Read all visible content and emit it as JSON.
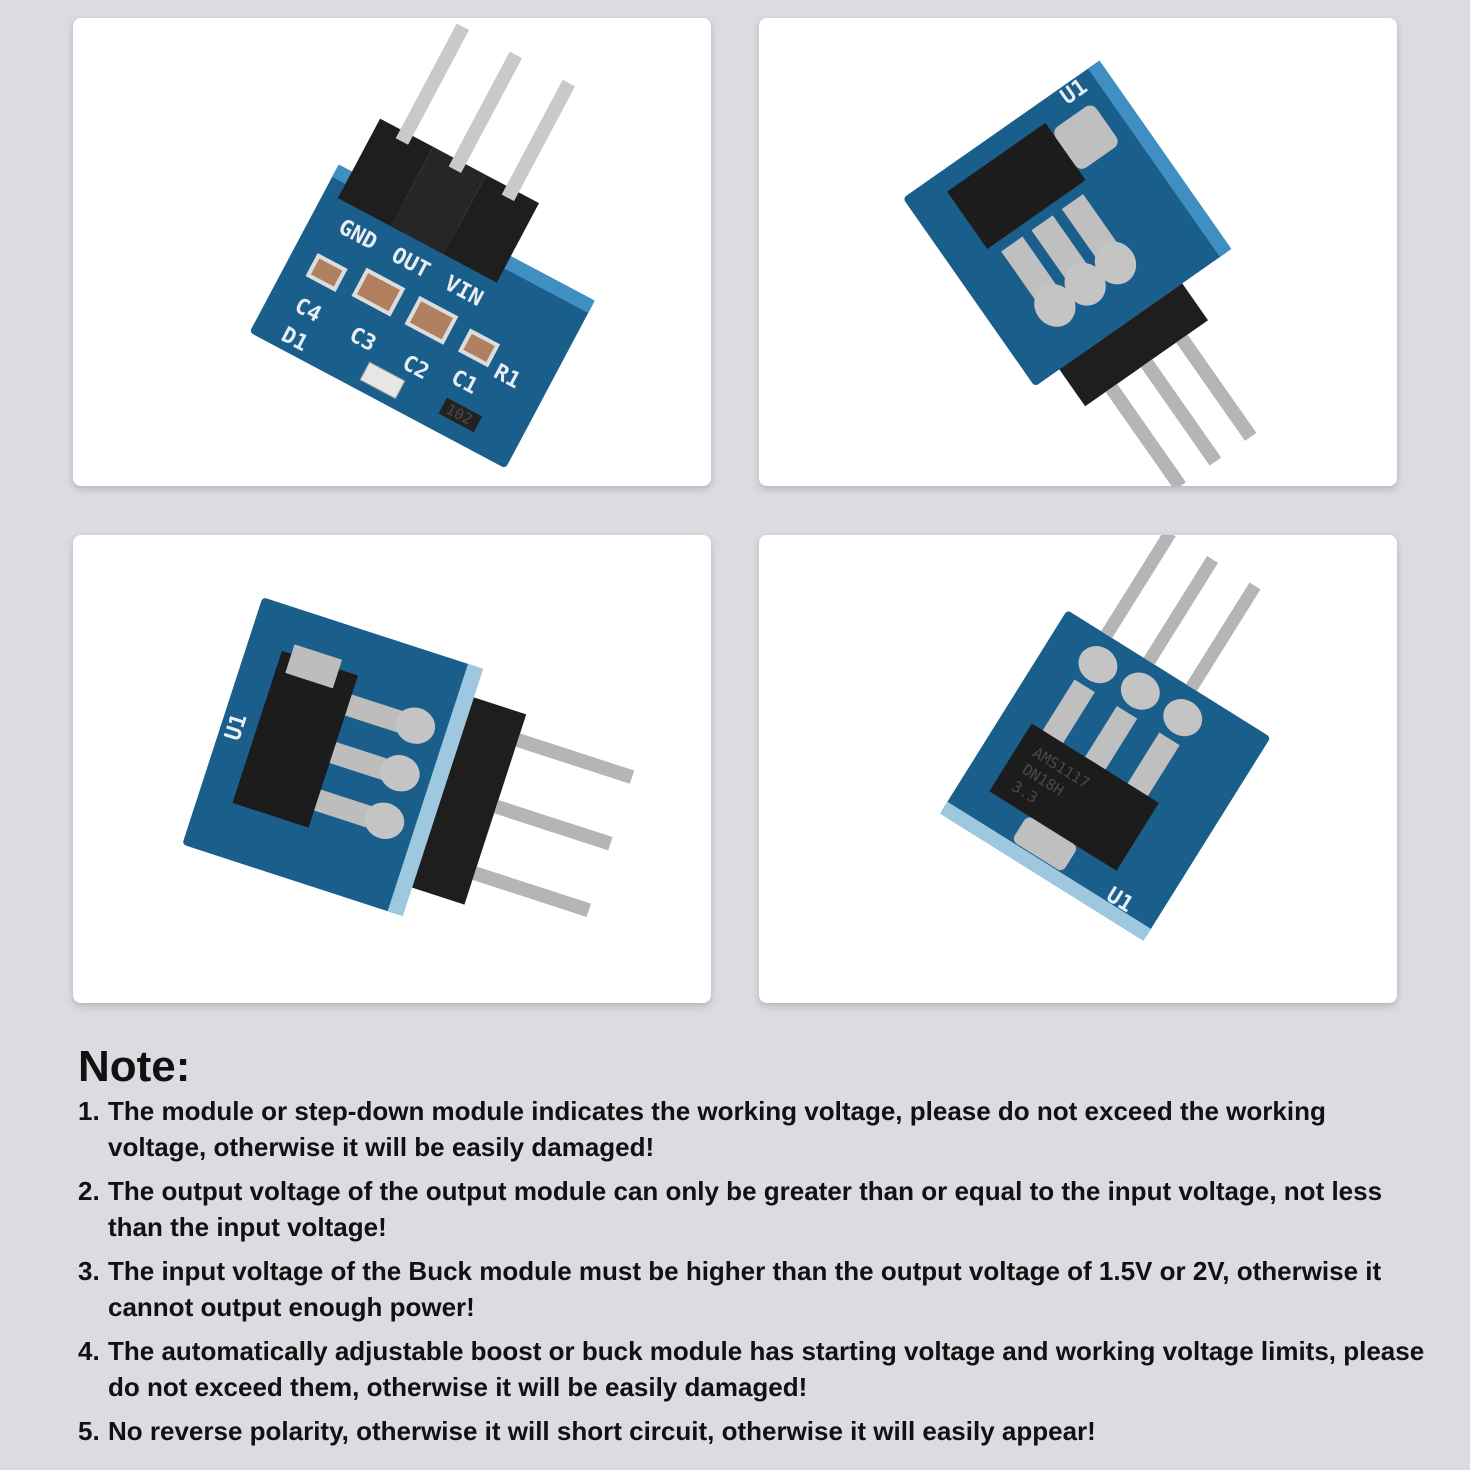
{
  "photos": [
    {
      "labels": {
        "vin": "VIN",
        "out": "OUT",
        "gnd": "GND",
        "c1": "C1",
        "c2": "C2",
        "c3": "C3",
        "c4": "C4",
        "r1": "R1",
        "d1": "D1",
        "resistor": "102"
      }
    },
    {
      "labels": {
        "u1": "U1"
      }
    },
    {
      "labels": {
        "u1": "U1"
      }
    },
    {
      "labels": {
        "u1": "U1",
        "chip_line1": "AMS1117",
        "chip_line2": "DN18H",
        "chip_line3": "3.3"
      }
    }
  ],
  "note": {
    "title": "Note:",
    "items": [
      {
        "number": "1.",
        "text": "The module or step-down module indicates the working voltage, please do not exceed the working voltage, otherwise it will be easily damaged!"
      },
      {
        "number": "2.",
        "text": "The output voltage of the output module can only be greater than or equal to the input voltage, not less than the input voltage!"
      },
      {
        "number": "3.",
        "text": "The input voltage of the Buck module must be higher than the output voltage of 1.5V or 2V, otherwise it cannot output enough power!"
      },
      {
        "number": "4.",
        "text": "The automatically adjustable boost or buck module has starting voltage and working voltage limits, please do not exceed them, otherwise it will be easily damaged!"
      },
      {
        "number": "5.",
        "text": "No reverse polarity, otherwise it will short circuit, otherwise it will easily appear!"
      }
    ]
  },
  "colors": {
    "pcb": "#1d6a9a",
    "background": "#dcdbe1",
    "card": "#ffffff"
  }
}
